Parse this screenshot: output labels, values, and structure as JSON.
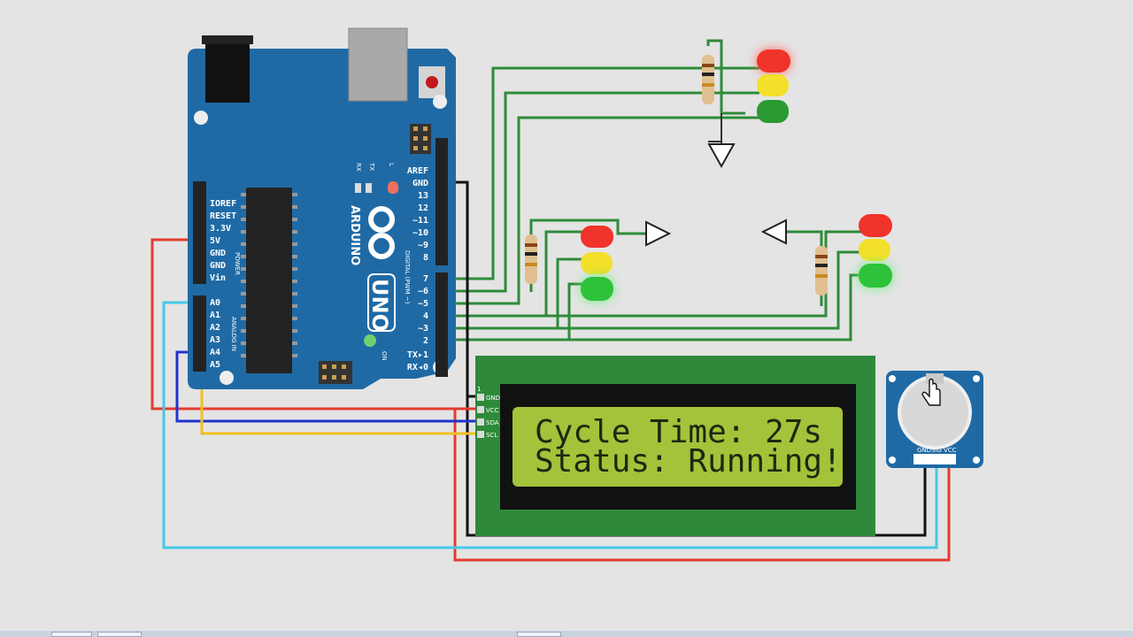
{
  "arduino": {
    "brand": "ARDUINO",
    "model": "UNO",
    "header_left": [
      "IOREF",
      "RESET",
      "3.3V",
      "5V",
      "GND",
      "GND",
      "Vin"
    ],
    "power_label": "POWER",
    "analog_pins": [
      "A0",
      "A1",
      "A2",
      "A3",
      "A4",
      "A5"
    ],
    "analog_label": "ANALOG IN",
    "digital_pins": [
      "AREF",
      "GND",
      "13",
      "12",
      "~11",
      "~10",
      "~9",
      "8",
      "7",
      "~6",
      "~5",
      "4",
      "~3",
      "2",
      "TX▸1",
      "RX◂0"
    ],
    "digital_label": "DIGITAL (PWM ~)",
    "tx_label": "TX",
    "rx_label": "RX",
    "l_label": "L",
    "on_label": "ON"
  },
  "lcd": {
    "line1": "Cycle Time: 27s",
    "line2": "Status: Running!",
    "pin_number": "1",
    "pins": [
      "GND",
      "VCC",
      "SDA",
      "SCL"
    ]
  },
  "potentiometer": {
    "pins": [
      "GND",
      "SIG",
      "VCC"
    ]
  },
  "colors": {
    "board": "#1f6aa5",
    "lcd_bezel": "#2e8a3a",
    "lcd_screen": "#a3c33a",
    "wire_green": "#2e8b3a",
    "wire_red": "#e33b2e",
    "wire_blue": "#2233cc",
    "wire_yellow": "#f0c020",
    "wire_cyan": "#46c8e8",
    "wire_black": "#111111",
    "led_red": "#f0332b",
    "led_yellow": "#f2e02a",
    "led_green": "#2ec23a"
  }
}
